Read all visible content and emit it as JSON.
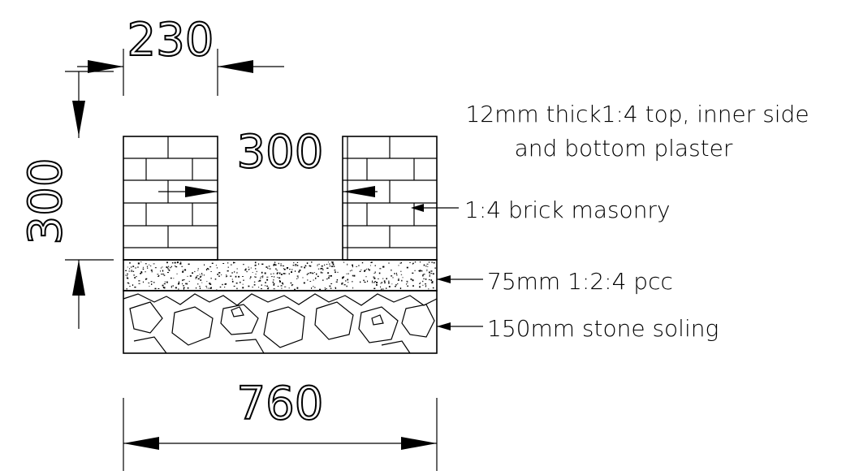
{
  "dimensions": {
    "wall_width": "230",
    "height": "300",
    "opening": "300",
    "total_width": "760"
  },
  "labels": {
    "plaster_line1": "12mm thick1:4 top, inner side",
    "plaster_line2": "and bottom plaster",
    "masonry": "1:4 brick masonry",
    "pcc": "75mm 1:2:4 pcc",
    "soling": "150mm stone soling"
  }
}
